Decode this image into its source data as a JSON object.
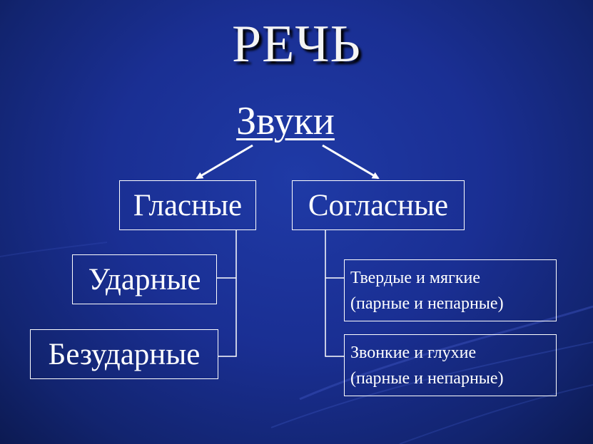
{
  "diagram": {
    "title": "РЕЧЬ",
    "root": "Звуки",
    "vowels": {
      "label": "Гласные",
      "children": [
        "Ударные",
        "Безударные"
      ]
    },
    "consonants": {
      "label": "Согласные",
      "children": [
        {
          "line1": "Твердые и мягкие",
          "line2": "(парные и непарные)"
        },
        {
          "line1": "Звонкие и глухие",
          "line2": "(парные и непарные)"
        }
      ]
    }
  },
  "colors": {
    "background": "#1a2f93",
    "text": "#ffffff",
    "lines": "#ffffff"
  }
}
